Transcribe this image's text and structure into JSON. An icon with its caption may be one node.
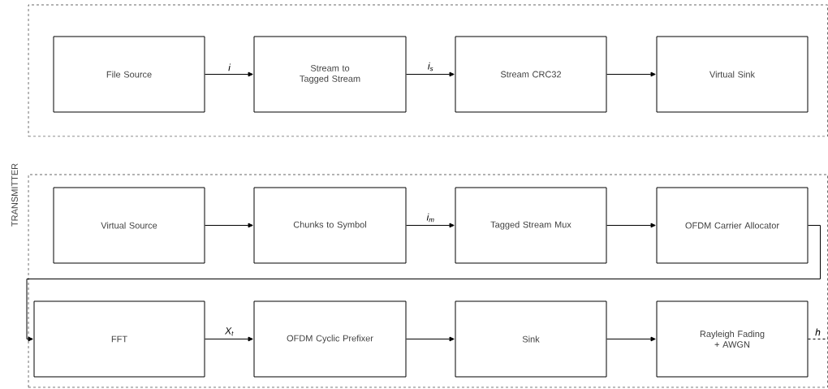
{
  "diagram": {
    "nodes": [
      {
        "text": [],
        "shape": "box"
      },
      {
        "text": [],
        "shape": "box"
      },
      {
        "text": [
          "File Source"
        ],
        "in": 0
      },
      {
        "text": [
          "Stream to Tagged Stream"
        ],
        "in": 0
      },
      {
        "text": [
          "Stream CRC32"
        ],
        "in": 0
      },
      {
        "text": [
          "Virtual Sink"
        ],
        "in": 0
      },
      {
        "text": [
          "Virtual Source"
        ],
        "in": 1
      },
      {
        "text": [
          "Chunks to Symbol"
        ],
        "in": 1
      },
      {
        "text": [
          "Tagged Stream Mux"
        ],
        "in": 1
      },
      {
        "text": [
          "OFDM Carrier Allocator"
        ],
        "in": 1
      },
      {
        "text": [
          "FFT"
        ],
        "in": 1
      },
      {
        "text": [
          "OFDM Cyclic Prefixer"
        ],
        "in": 1
      },
      {
        "text": [
          "Sink"
        ],
        "in": 1
      },
      {
        "text": [
          "Rayleigh Fading + AWGN"
        ],
        "in": 1
      }
    ],
    "edges": [
      {
        "from": 2,
        "to": 3,
        "arrow": "to",
        "label": "i"
      },
      {
        "from": 3,
        "to": 4,
        "arrow": "to",
        "label": "i$_{s}$"
      },
      {
        "from": 4,
        "to": 5,
        "arrow": "to"
      },
      {
        "from": 6,
        "to": 7,
        "arrow": "to"
      },
      {
        "from": 7,
        "to": 8,
        "arrow": "to",
        "label": "i$_{m}$"
      },
      {
        "from": 8,
        "to": 9,
        "arrow": "to"
      },
      {
        "from": 9,
        "to": 10,
        "arrow": "to"
      },
      {
        "from": 10,
        "to": 11,
        "arrow": "to",
        "label": "X$_{t}$"
      },
      {
        "from": 11,
        "to": 12,
        "arrow": "to"
      },
      {
        "from": 12,
        "to": 13,
        "arrow": "to"
      },
      {
        "from": 13,
        "to": null,
        "arrow": "none",
        "label": "h",
        "style": "dashed"
      }
    ],
    "labels": [
      "TRANSMITTER"
    ]
  }
}
